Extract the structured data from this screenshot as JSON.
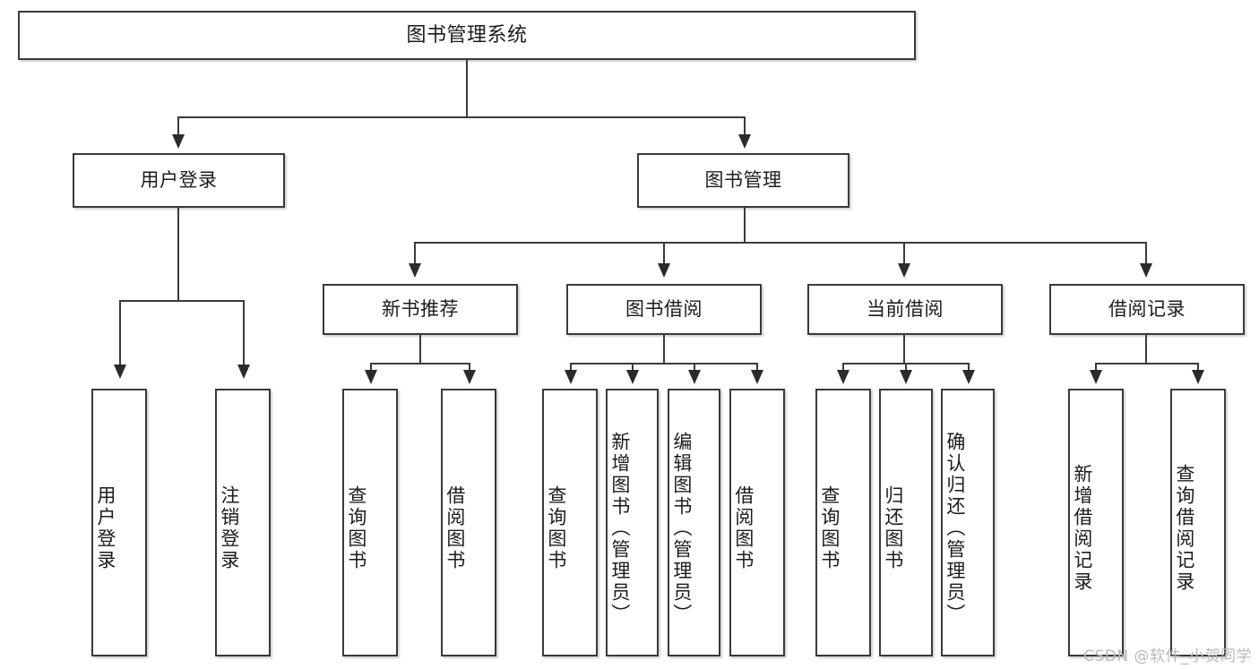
{
  "diagram": {
    "title": "图书管理系统",
    "watermark": "CSDN @软件_小贺同学",
    "root": {
      "label": "图书管理系统"
    },
    "level2": [
      {
        "label": "用户登录"
      },
      {
        "label": "图书管理"
      }
    ],
    "level3": [
      {
        "label": "新书推荐"
      },
      {
        "label": "图书借阅"
      },
      {
        "label": "当前借阅"
      },
      {
        "label": "借阅记录"
      }
    ],
    "leaves": {
      "user_login": [
        {
          "label": "用户登录"
        },
        {
          "label": "注销登录"
        }
      ],
      "new_book": [
        {
          "label": "查询图书"
        },
        {
          "label": "借阅图书"
        }
      ],
      "book_borrow": [
        {
          "label": "查询图书"
        },
        {
          "label": "新增图书（管理员）"
        },
        {
          "label": "编辑图书（管理员）"
        },
        {
          "label": "借阅图书"
        }
      ],
      "current_borrow": [
        {
          "label": "查询图书"
        },
        {
          "label": "归还图书"
        },
        {
          "label": "确认归还（管理员）"
        }
      ],
      "borrow_record": [
        {
          "label": "新增借阅记录"
        },
        {
          "label": "查询借阅记录"
        }
      ]
    }
  },
  "colors": {
    "stroke": "#3a3a3a",
    "text": "#1c1c1c",
    "background": "#ffffff",
    "watermark": "#b9b9b9"
  }
}
